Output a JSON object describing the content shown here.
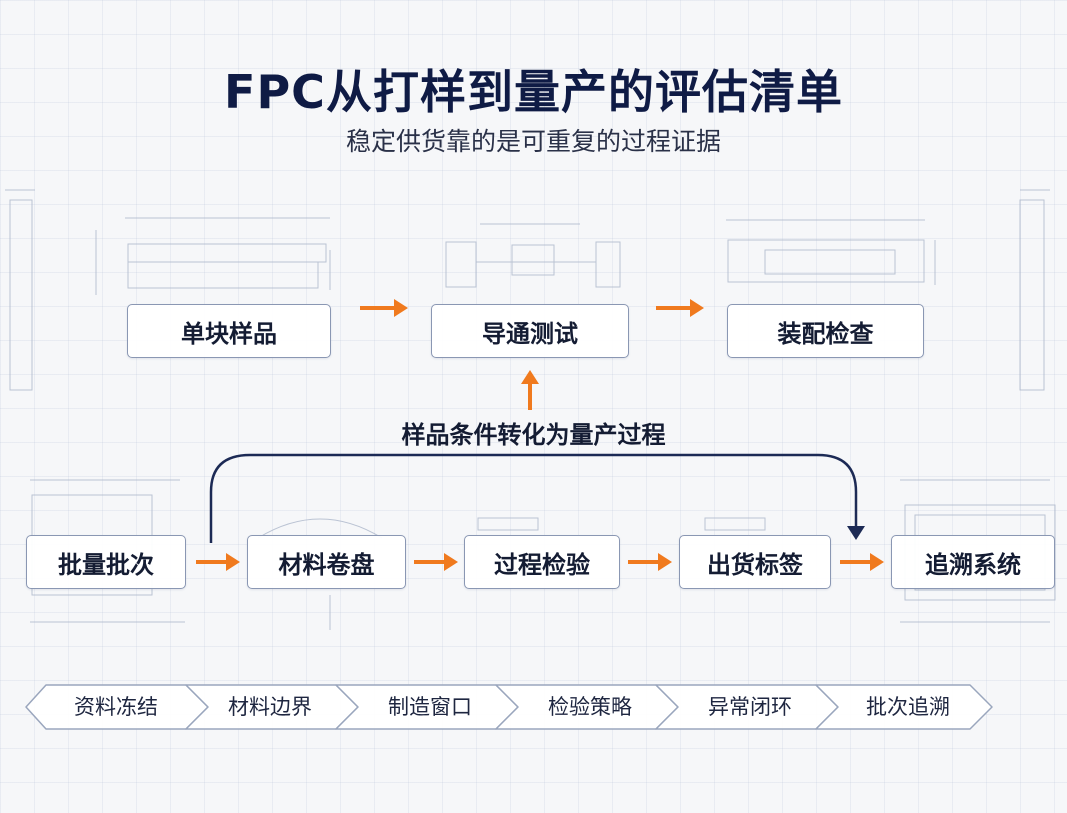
{
  "title": "FPC从打样到量产的评估清单",
  "subtitle": "稳定供货靠的是可重复的过程证据",
  "sample_stage": {
    "nodes": [
      "单块样品",
      "导通测试",
      "装配检查"
    ]
  },
  "transition_label": "样品条件转化为量产过程",
  "production_stage": {
    "nodes": [
      "批量批次",
      "材料卷盘",
      "过程检验",
      "出货标签",
      "追溯系统"
    ]
  },
  "checklist": [
    "资料冻结",
    "材料边界",
    "制造窗口",
    "检验策略",
    "异常闭环",
    "批次追溯"
  ],
  "colors": {
    "title": "#0f1b45",
    "arrow": "#f07a1e",
    "loop": "#1c2a55",
    "node_border": "#8a97b3",
    "sketch": "#9aa6bd"
  },
  "icons": [
    "arrow-right-icon",
    "arrow-up-icon",
    "loop-arrow-icon"
  ]
}
